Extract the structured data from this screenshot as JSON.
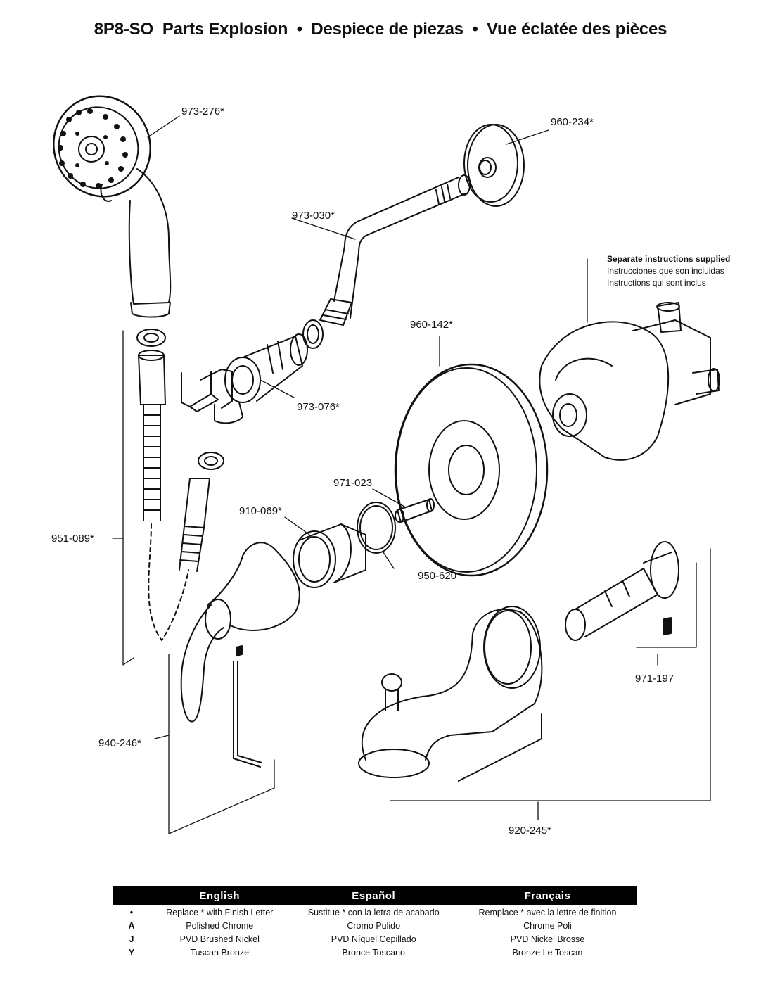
{
  "title": {
    "model": "8P8-SO",
    "en": "Parts Explosion",
    "es": "Despiece de piezas",
    "fr": "Vue éclatée des pièces",
    "separator": "•"
  },
  "parts": {
    "handshower": "973-276*",
    "flange": "960-234*",
    "shower_arm": "973-030*",
    "escutcheon": "960-142*",
    "mount": "973-076*",
    "stem": "971-023",
    "sleeve": "910-069*",
    "oring": "950-620",
    "hose": "951-089*",
    "diverter": "971-197",
    "handle": "940-246*",
    "spout": "920-245*"
  },
  "note": {
    "line1": "Separate instructions supplied",
    "line2": "Instrucciones que son incluidas",
    "line3": "Instructions qui sont inclus"
  },
  "legend": {
    "headers": [
      "English",
      "Español",
      "Français"
    ],
    "rows": [
      {
        "code": "•",
        "en": "Replace * with Finish Letter",
        "es": "Sustitue * con la letra de acabado",
        "fr": "Remplace * avec la lettre de finition"
      },
      {
        "code": "A",
        "en": "Polished Chrome",
        "es": "Cromo Pulido",
        "fr": "Chrome Poli"
      },
      {
        "code": "J",
        "en": "PVD Brushed Nickel",
        "es": "PVD Níquel Cepillado",
        "fr": "PVD Nickel Brosse"
      },
      {
        "code": "Y",
        "en": "Tuscan Bronze",
        "es": "Bronce Toscano",
        "fr": "Bronze Le Toscan"
      }
    ]
  }
}
